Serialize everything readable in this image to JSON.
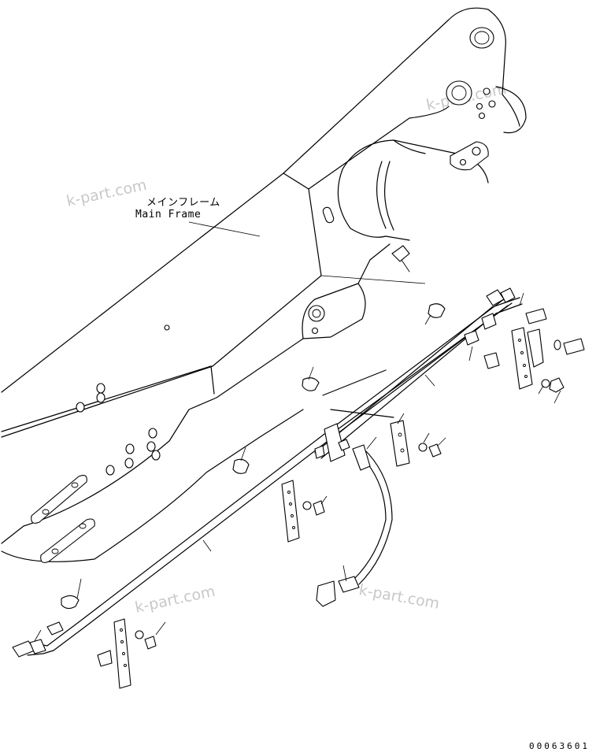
{
  "labels": {
    "main_frame_jp": "メインフレーム",
    "main_frame_en": "Main Frame"
  },
  "watermark": "k-part.com",
  "drawing_code": "00063601"
}
